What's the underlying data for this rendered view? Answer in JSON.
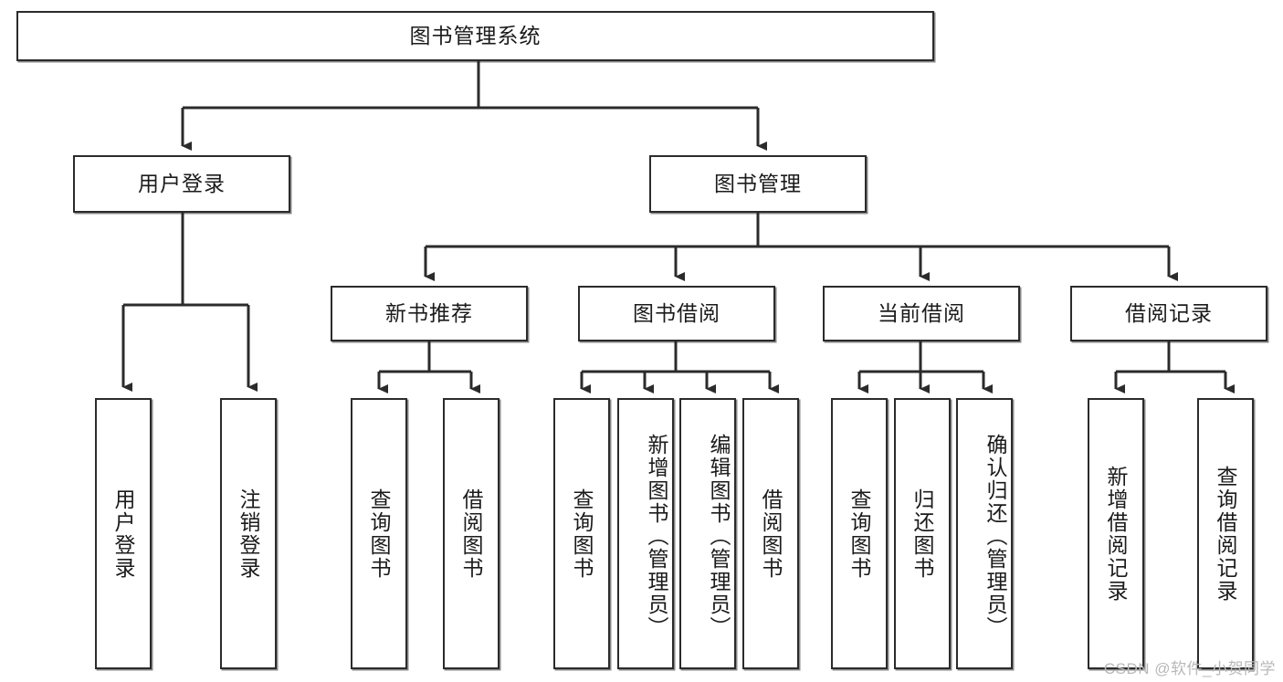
{
  "diagram": {
    "title": "图书管理系统",
    "type": "tree-hierarchy",
    "watermark": "CSDN @软件_小贺同学",
    "colors": {
      "stroke": "#2b2b2b",
      "fill": "#ffffff",
      "text": "#1b1b1b",
      "watermark": "#b8b8b8"
    },
    "nodes": {
      "root": {
        "label": "图书管理系统"
      },
      "level1": [
        {
          "id": "user-login",
          "label": "用户登录"
        },
        {
          "id": "book-manage",
          "label": "图书管理"
        }
      ],
      "level2": [
        {
          "id": "new-book-recommend",
          "label": "新书推荐"
        },
        {
          "id": "book-borrow",
          "label": "图书借阅"
        },
        {
          "id": "current-borrow",
          "label": "当前借阅"
        },
        {
          "id": "borrow-record",
          "label": "借阅记录"
        }
      ],
      "leaves": {
        "user-login": [
          {
            "id": "leaf-user-login",
            "label": "用户登录"
          },
          {
            "id": "leaf-logout",
            "label": "注销登录"
          }
        ],
        "new-book-recommend": [
          {
            "id": "leaf-query-book-1",
            "label": "查询图书"
          },
          {
            "id": "leaf-borrow-book-1",
            "label": "借阅图书"
          }
        ],
        "book-borrow": [
          {
            "id": "leaf-query-book-2",
            "label": "查询图书"
          },
          {
            "id": "leaf-add-book",
            "label": "新增图书（管理员）"
          },
          {
            "id": "leaf-edit-book",
            "label": "编辑图书（管理员）"
          },
          {
            "id": "leaf-borrow-book-2",
            "label": "借阅图书"
          }
        ],
        "current-borrow": [
          {
            "id": "leaf-query-book-3",
            "label": "查询图书"
          },
          {
            "id": "leaf-return-book",
            "label": "归还图书"
          },
          {
            "id": "leaf-confirm-return",
            "label": "确认归还（管理员）"
          }
        ],
        "borrow-record": [
          {
            "id": "leaf-add-record",
            "label": "新增借阅记录"
          },
          {
            "id": "leaf-query-record",
            "label": "查询借阅记录"
          }
        ]
      }
    }
  }
}
